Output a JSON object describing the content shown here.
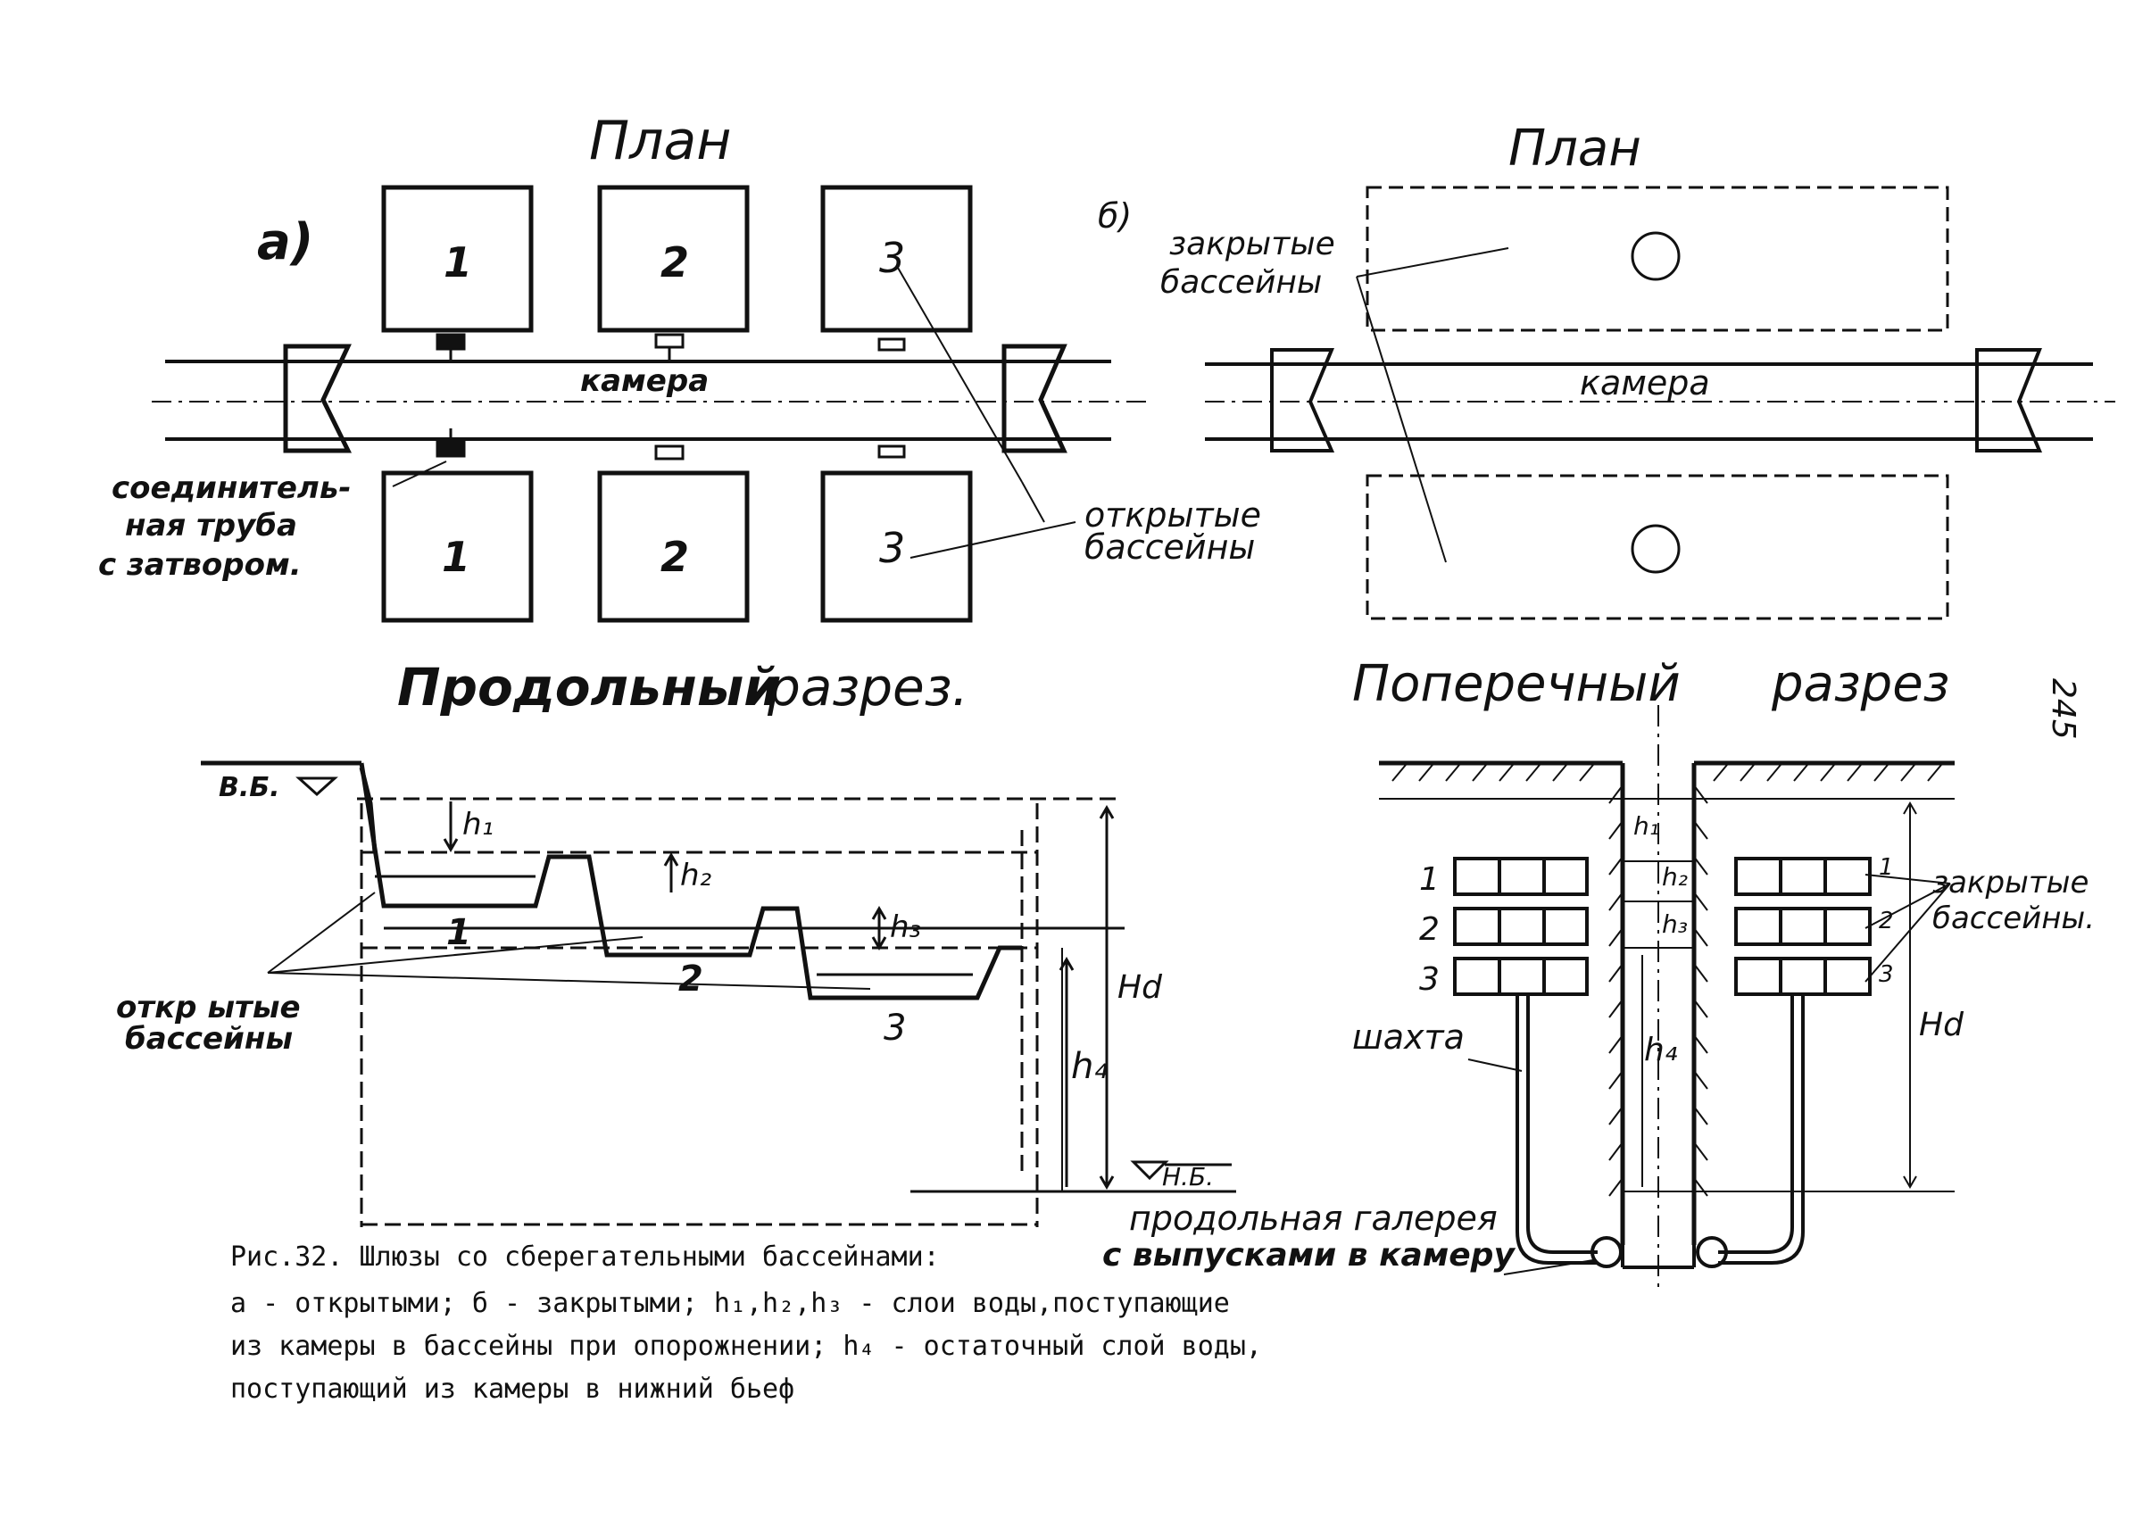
{
  "page_number": "245",
  "panel_a": {
    "letter": "а)",
    "plan_title": "План",
    "section_title": "Продольный разрез.",
    "pool_numbers": [
      "1",
      "2",
      "3"
    ],
    "chamber_label": "камера",
    "connector_label": [
      "соединитель-",
      "ная труба",
      "с затвором."
    ],
    "open_pools_label": [
      "открытые",
      "бассейны"
    ],
    "section_open_pools_label": [
      "откр ытые",
      "бассейны"
    ],
    "upper_level": "В.Б.",
    "lower_level": "Н.Б.",
    "h_labels": [
      "h₁",
      "h₂",
      "h₃",
      "h₄"
    ],
    "head_label": "Hd"
  },
  "panel_b": {
    "letter": "б)",
    "plan_title": "План",
    "section_title": "Поперечный разрез",
    "closed_pools_label": [
      "закрытые",
      "бассейны"
    ],
    "chamber_label": "камера",
    "level_numbers": [
      "1",
      "2",
      "3"
    ],
    "section_closed_pools_label": [
      "закрытые",
      "бассейны."
    ],
    "shaft_label": "шахта",
    "gallery_label": [
      "продольная галерея",
      "с выпусками в камеру"
    ],
    "h_labels": [
      "h₁",
      "h₂",
      "h₃",
      "h₄"
    ],
    "head_label": "Hd"
  },
  "caption": {
    "line1": "Рис.32. Шлюзы со сберегательными бассейнами:",
    "line2": "а - открытыми; б - закрытыми; h₁,h₂,h₃ - слои воды,поступающие",
    "line3": "из камеры в бассейны при опорожнении; h₄ - остаточный слой воды,",
    "line4": "поступающий из камеры в нижний бьеф"
  }
}
